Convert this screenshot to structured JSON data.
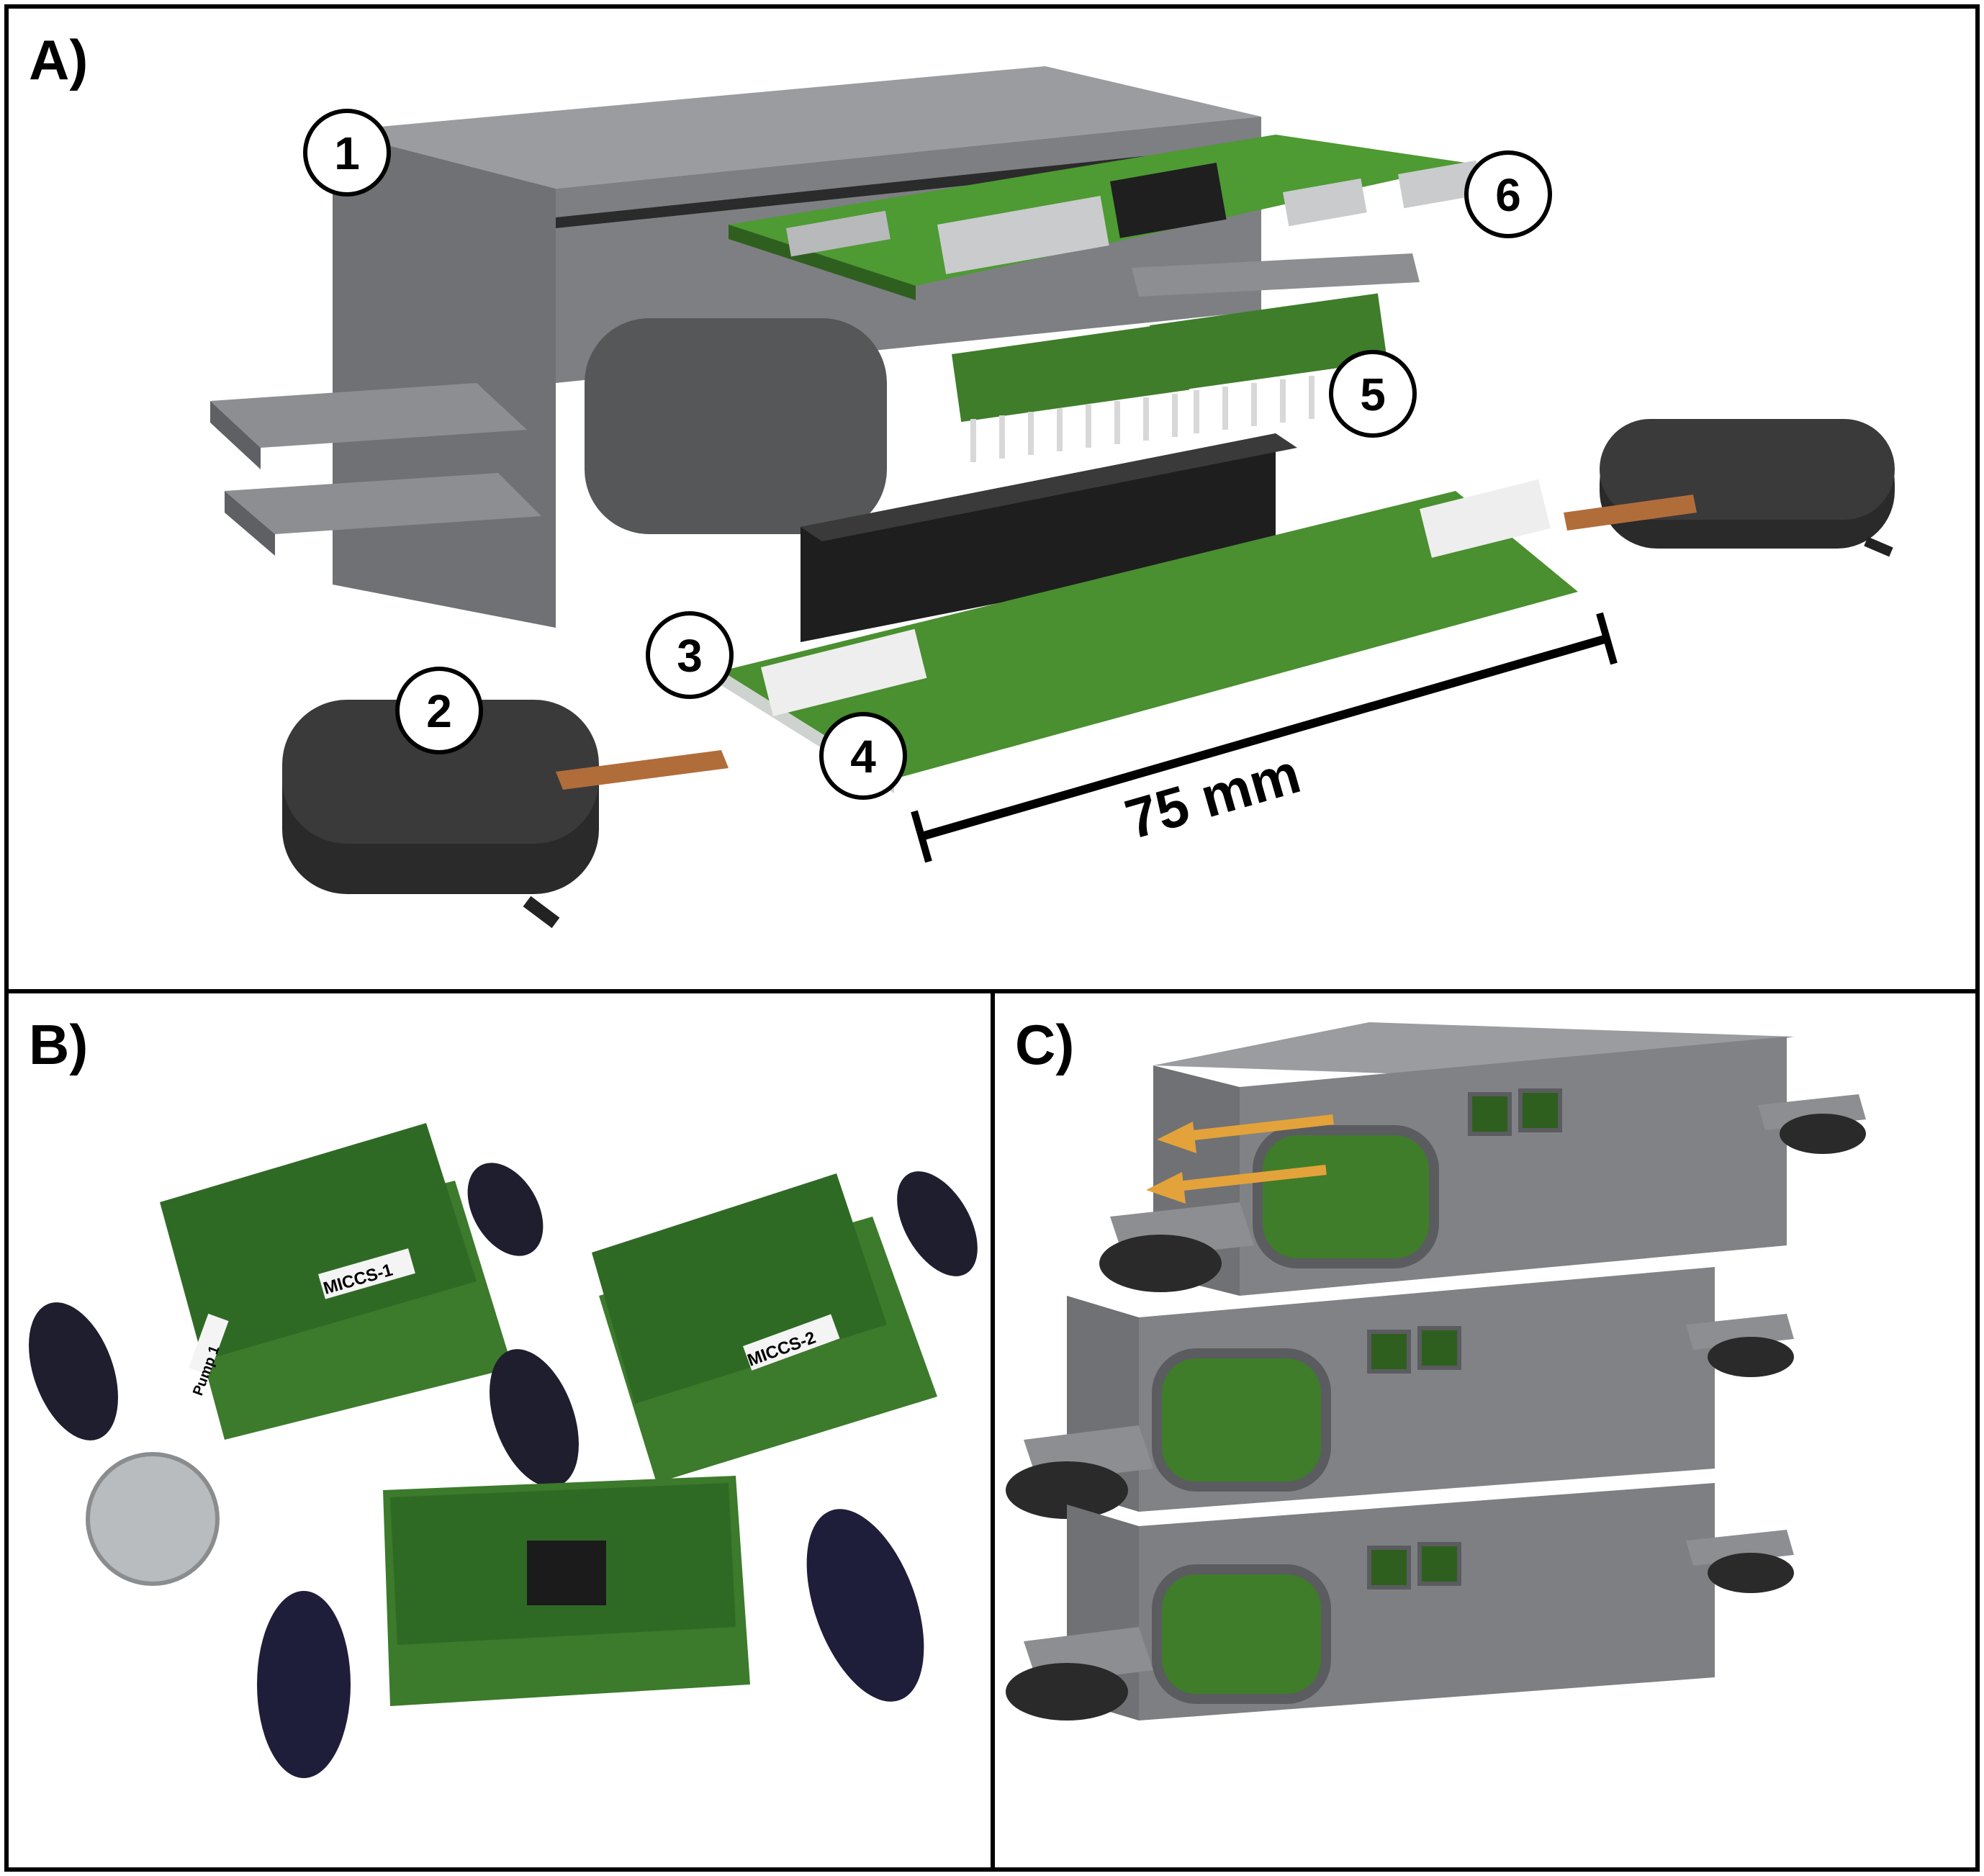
{
  "panels": {
    "a": {
      "label": "A)"
    },
    "b": {
      "label": "B)"
    },
    "c": {
      "label": "C)"
    }
  },
  "callouts": [
    "1",
    "2",
    "3",
    "4",
    "5",
    "6"
  ],
  "scale_bar": {
    "text": "75 mm"
  },
  "photo_labels": {
    "board_label_1": "MICCS-1",
    "board_label_2": "MICCS-2",
    "pump_label": "Pump 1"
  },
  "colors": {
    "housing_gray": "#808285",
    "pcb_green": "#3f7d2a",
    "arrow_orange": "#e3a33a",
    "pump_black": "#2a2a2a"
  }
}
